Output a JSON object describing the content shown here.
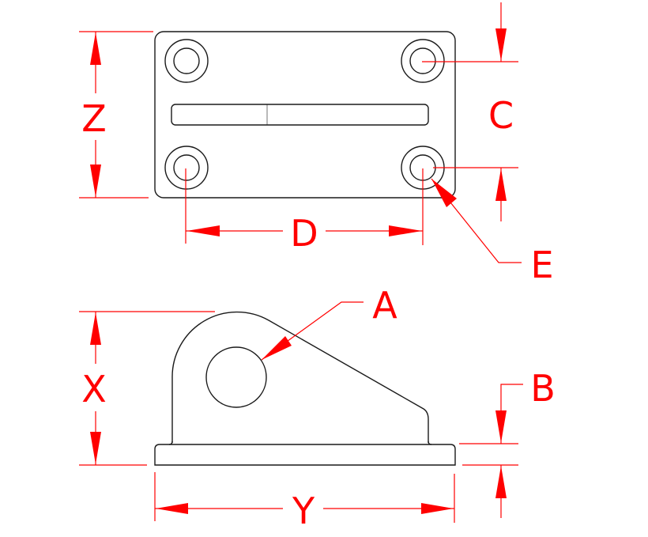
{
  "drawing": {
    "type": "dimensioned technical drawing",
    "views": [
      {
        "name": "top view",
        "description": "rectangular base plate with four counterbored holes and a center slot"
      },
      {
        "name": "side view",
        "description": "pad eye with rounded lug, hole, sloped gusset and base plate"
      }
    ],
    "colors": {
      "part_outline": "#1a1a1a",
      "dimension": "#ff0000",
      "background": "#ffffff"
    }
  },
  "dimensions": {
    "Z": "Z",
    "C": "C",
    "D": "D",
    "E": "E",
    "A": "A",
    "X": "X",
    "B": "B",
    "Y": "Y"
  }
}
